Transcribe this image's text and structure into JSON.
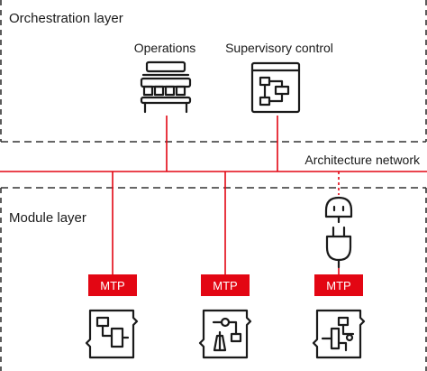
{
  "layers": {
    "orchestration": {
      "label": "Orchestration layer"
    },
    "module": {
      "label": "Module layer"
    }
  },
  "network": {
    "label": "Architecture network"
  },
  "orchestration_items": [
    {
      "label": "Operations",
      "icon": "operator-console-icon"
    },
    {
      "label": "Supervisory control",
      "icon": "supervisory-screen-icon"
    }
  ],
  "modules": [
    {
      "badge": "MTP",
      "icon": "process-module-icon"
    },
    {
      "badge": "MTP",
      "icon": "process-module-icon"
    },
    {
      "badge": "MTP",
      "icon": "process-module-icon"
    }
  ],
  "connector": {
    "icon": "plug-socket-icon"
  },
  "colors": {
    "accent": "#e30613",
    "text": "#1a1a1a",
    "dashed_border": "#333333"
  }
}
